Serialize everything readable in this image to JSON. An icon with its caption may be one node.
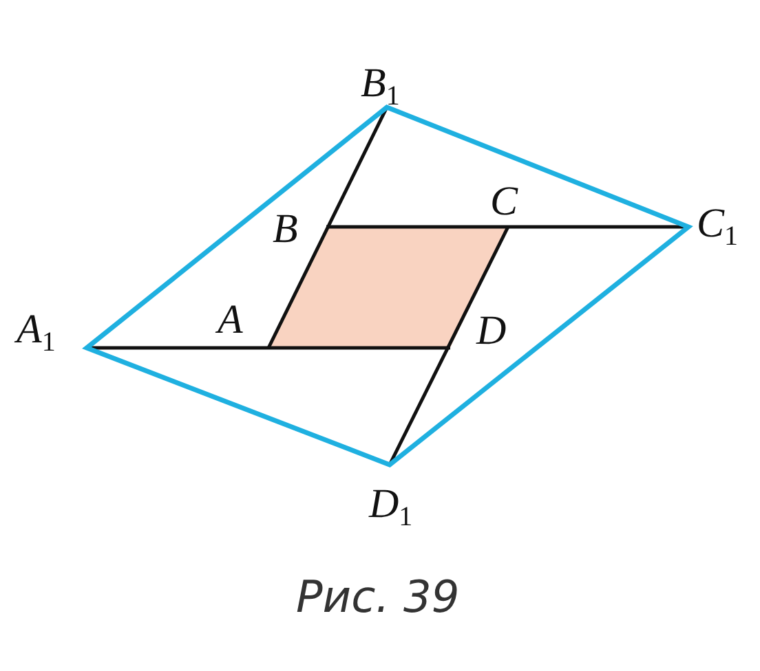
{
  "diagram": {
    "caption": "Рис. 39",
    "labels": [
      "B$_{1}$",
      "C",
      "B",
      "C$_{1}$",
      "A$_{1}$",
      "A",
      "D",
      "D$_{1}$"
    ]
  }
}
